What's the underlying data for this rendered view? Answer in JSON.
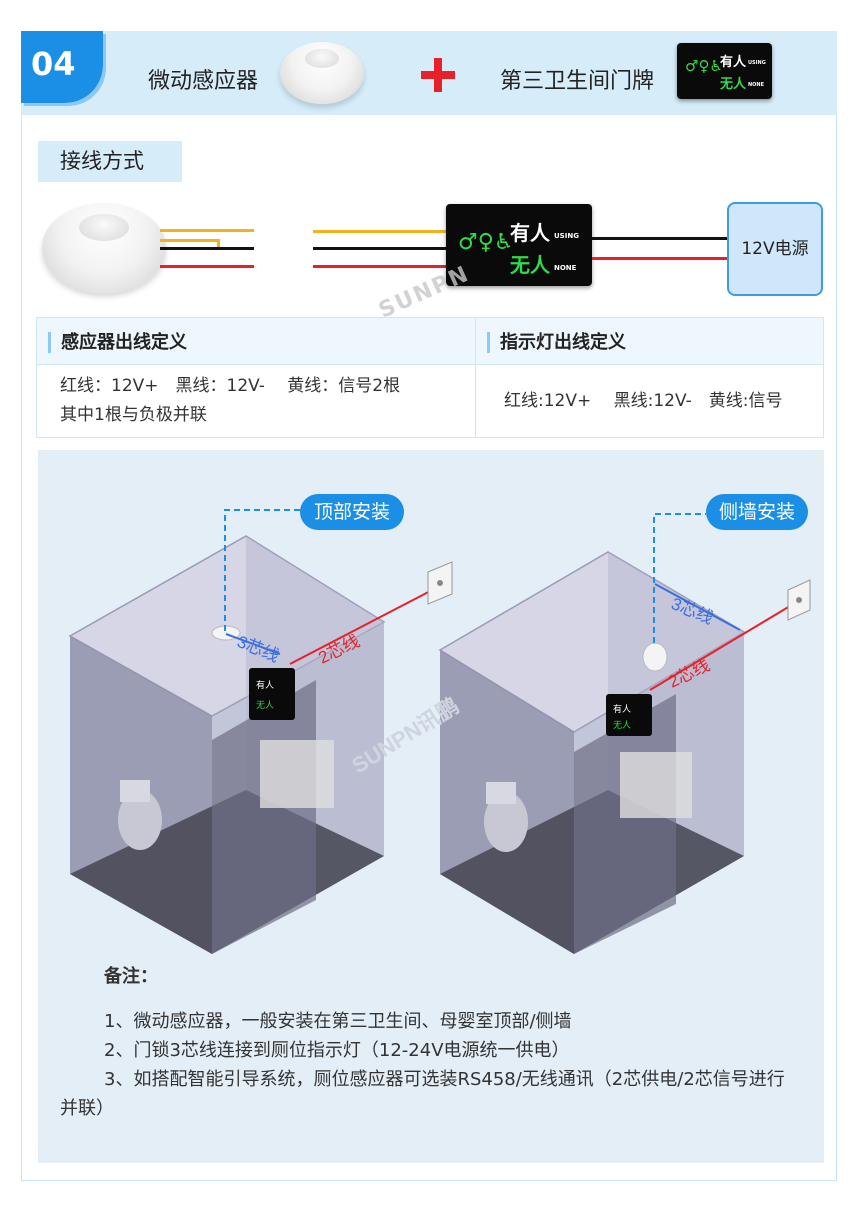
{
  "header": {
    "step": "04",
    "sensor_label": "微动感应器",
    "sign_label": "第三卫生间门牌"
  },
  "sign": {
    "occupied": "有人",
    "occupied_en": "USING",
    "vacant": "无人",
    "vacant_en": "NONE"
  },
  "wiring": {
    "title": "接线方式",
    "power_label": "12V电源",
    "watermark": "SUNPN"
  },
  "definition_table": {
    "col1_header": "感应器出线定义",
    "col2_header": "指示灯出线定义",
    "col1_line1": "红线：12V+　黑线：12V-　 黄线：信号2根",
    "col1_line2": "其中1根与负极并联",
    "col2_text": "红线:12V+　 黑线:12V-　黄线:信号"
  },
  "install": {
    "top_label": "顶部安装",
    "side_label": "侧墙安装",
    "wire3": "3芯线",
    "wire2": "2芯线",
    "watermark": "SUNPN讯鹏",
    "colors": {
      "blue_wire": "#3b6fe0",
      "red_wire": "#e8202a",
      "accent": "#1b8fe6"
    }
  },
  "notes": {
    "title": "备注：",
    "items": [
      "1、微动感应器，一般安装在第三卫生间、母婴室顶部/侧墙",
      "2、门锁3芯线连接到厕位指示灯（12-24V电源统一供电）",
      "3、如搭配智能引导系统，厕位感应器可选装RS458/无线通讯（2芯供电/2芯信号进行并联）"
    ]
  }
}
